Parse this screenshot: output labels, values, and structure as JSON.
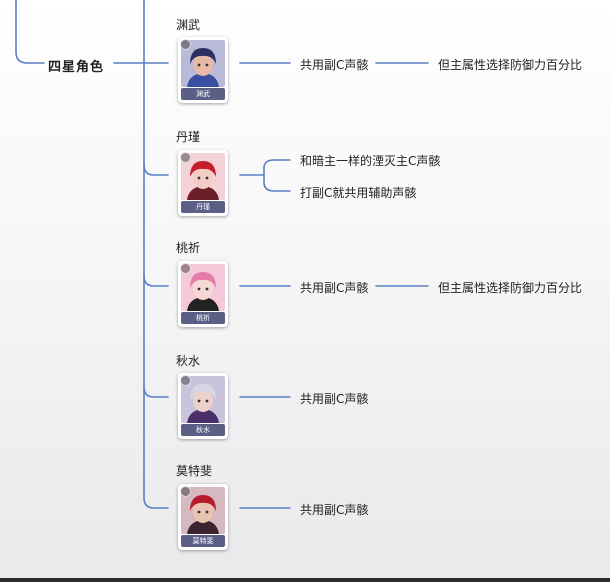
{
  "category": "四星角色",
  "characters": [
    {
      "name": "渊武",
      "notes": [
        "共用副C声骸",
        "但主属性选择防御力百分比"
      ],
      "colors": {
        "bg": "#b9bad8",
        "hair": "#2a3162",
        "skin": "#e8b9a6",
        "accent": "#3a4fa0"
      }
    },
    {
      "name": "丹瑾",
      "notes": [
        "和暗主一样的湮灭主C声骸",
        "打副C就共用辅助声骸"
      ],
      "colors": {
        "bg": "#f2d2d6",
        "hair": "#c51d2d",
        "skin": "#f3cdc3",
        "accent": "#6b1d2a"
      }
    },
    {
      "name": "桃祈",
      "notes": [
        "共用副C声骸",
        "但主属性选择防御力百分比"
      ],
      "colors": {
        "bg": "#f5c8da",
        "hair": "#e67aa8",
        "skin": "#f6d8d5",
        "accent": "#222"
      }
    },
    {
      "name": "秋水",
      "notes": [
        "共用副C声骸"
      ],
      "colors": {
        "bg": "#c9c3dc",
        "hair": "#d7d7e3",
        "skin": "#ecd2cb",
        "accent": "#4b2f6b"
      }
    },
    {
      "name": "莫特斐",
      "notes": [
        "共用副C声骸"
      ],
      "colors": {
        "bg": "#d6b9c0",
        "hair": "#b51b2a",
        "skin": "#eac3b2",
        "accent": "#3a2430"
      }
    }
  ]
}
